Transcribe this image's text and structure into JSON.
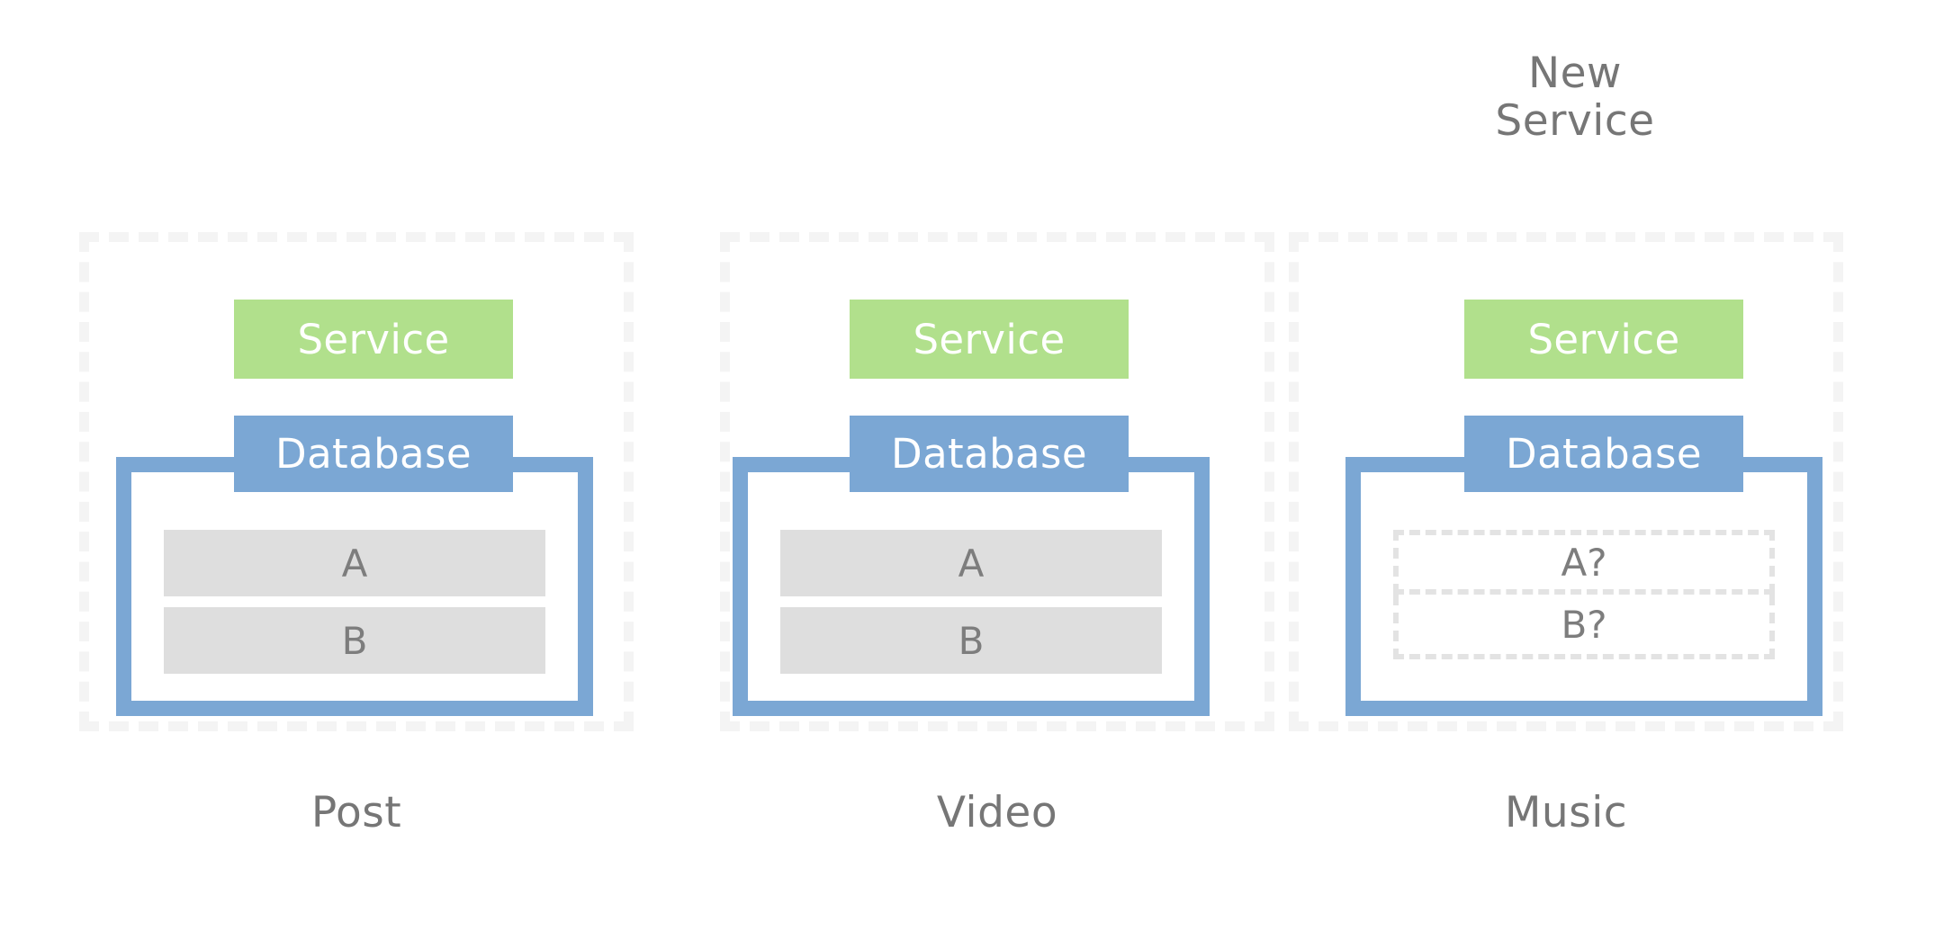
{
  "annotation": {
    "new_service_line1": "New",
    "new_service_line2": "Service"
  },
  "colors": {
    "service_green": "#B1E08C",
    "database_blue": "#7BA7D4",
    "row_gray": "#DEDEDE",
    "text_gray": "#767676",
    "panel_dash": "#F4F4F4",
    "ghost_dash": "#E3E3E3",
    "background": "#FFFFFF"
  },
  "panels": [
    {
      "caption": "Post",
      "service_label": "Service",
      "database_label": "Database",
      "rows": [
        {
          "label": "A",
          "state": "present"
        },
        {
          "label": "B",
          "state": "present"
        }
      ]
    },
    {
      "caption": "Video",
      "service_label": "Service",
      "database_label": "Database",
      "rows": [
        {
          "label": "A",
          "state": "present"
        },
        {
          "label": "B",
          "state": "present"
        }
      ]
    },
    {
      "caption": "Music",
      "service_label": "Service",
      "database_label": "Database",
      "rows": [
        {
          "label": "A?",
          "state": "unknown"
        },
        {
          "label": "B?",
          "state": "unknown"
        }
      ]
    }
  ]
}
